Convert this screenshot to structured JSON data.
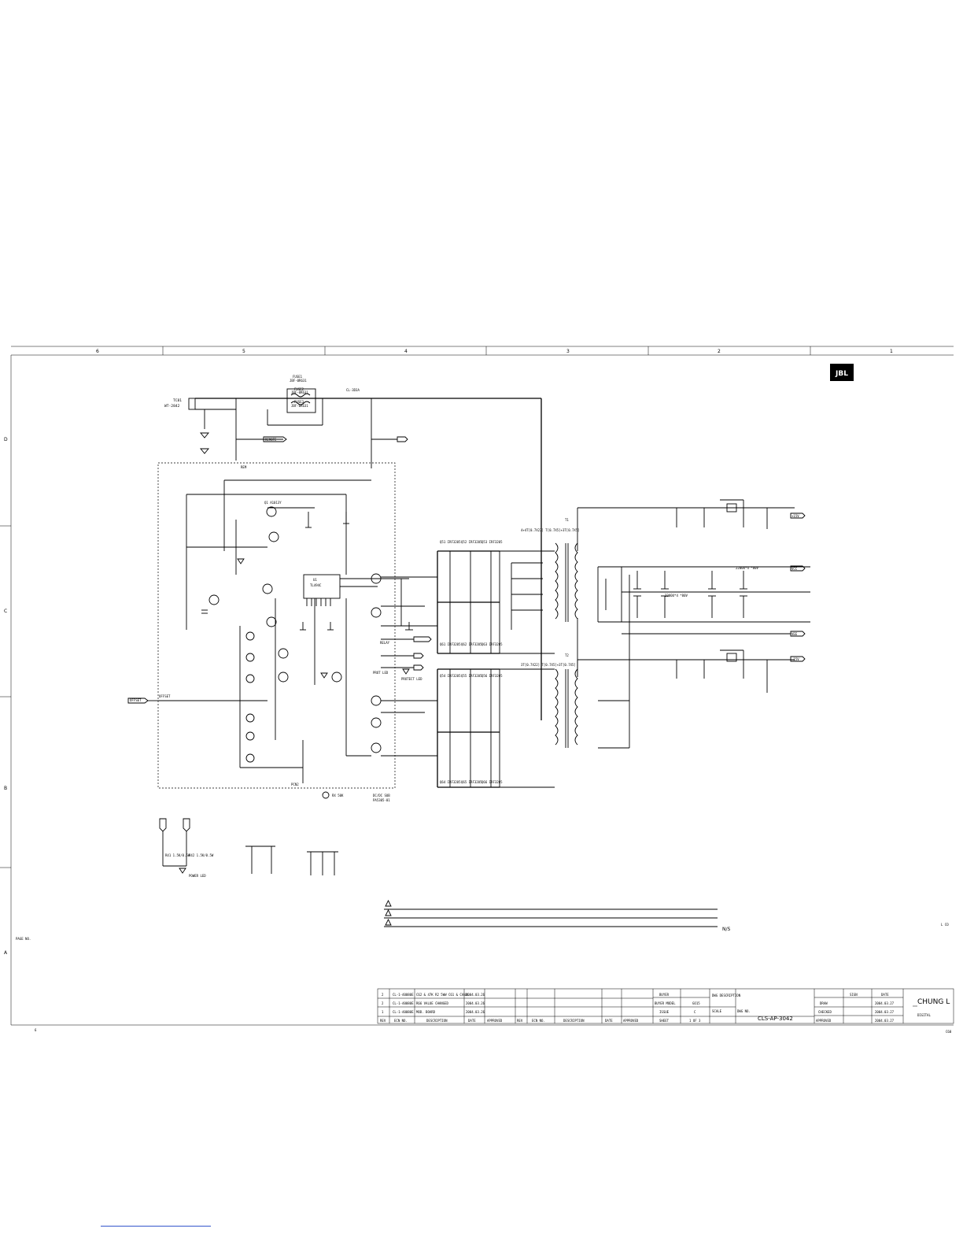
{
  "sheet": {
    "zone_columns": [
      "6",
      "5",
      "4",
      "3",
      "2",
      "1"
    ],
    "zone_rows": [
      "D",
      "C",
      "B",
      "A"
    ],
    "logo_text": "JBL",
    "page_no_label": "PAGE NO.",
    "bottom_left_mark": "6",
    "right_edge_marks": [
      "L CO",
      "C60"
    ]
  },
  "circuit": {
    "input_block": {
      "connector": "TC81",
      "connector_part": "WT-2842",
      "fuses": [
        "FUSE1",
        "JBF-0R631",
        "FUSE2",
        "JBF-0R631",
        "FUSE3",
        "JBF-0R631"
      ],
      "reg_label": "CL-3D3A",
      "remote_tag": "REMOTE",
      "rem_label": "REM"
    },
    "control": {
      "ic_name": "U1",
      "ic_part": "TL494C",
      "q_top": "Q1 A1013Y",
      "relay_tag": "RELAY",
      "prot_led": "PROT LED",
      "protect_led": "PROTECT LED",
      "offset_tag": "OFFSET",
      "offset_label": "OFFSET",
      "pcn_label": "PCN2",
      "sub_label": "DC/DC SUB",
      "sub_part": "PA5305-01",
      "rx": "RX 50K"
    },
    "mosfets": {
      "upper_left": [
        "Q51 IRF3205",
        "Q52 IRF3205",
        "Q53 IRF3205"
      ],
      "upper_low": [
        "Q61 IRF3205",
        "Q62 IRF3205",
        "Q63 IRF3205"
      ],
      "lower_left": [
        "Q54 IRF3205",
        "Q55 IRF3205",
        "Q56 IRF3205"
      ],
      "lower_low": [
        "Q64 IRF3205",
        "Q65 IRF3205",
        "Q66 IRF3205"
      ]
    },
    "transformers": {
      "t1": "T1",
      "t1_spec": "4+4T[0.7X22] T[0.7X5]+3T[0.7X5]",
      "t2": "T2",
      "t2_spec": "3T[0.7X22] T[0.7X5]+3T[0.7X5]"
    },
    "outputs": {
      "plus15": "+15V",
      "vcc": "VCC",
      "vee": "VEE",
      "minus15": "-15V",
      "cap_main": "2200U*4 *80V",
      "cap_vee": "2200U*4 *80V"
    },
    "power_led": {
      "label": "POWER LED",
      "r1": "R41 1.5K/0.5W",
      "r2": "R42 1.5K/0.5W"
    },
    "notes": {
      "ns": "N/S"
    }
  },
  "title_block": {
    "revisions": [
      {
        "rev": "2",
        "ecn": "CL-1-40080E",
        "desc": "C62 & 47K R2 5WW C61 & CANAL",
        "date": "2004.03.26"
      },
      {
        "rev": "2",
        "ecn": "CL-1-40080E",
        "desc": "R66 VALUE CHANGED",
        "date": "2004.03.26"
      },
      {
        "rev": "1",
        "ecn": "CL-1-40080E",
        "desc": "MOD. BOARD",
        "date": "2004.03.26"
      }
    ],
    "headers": [
      "REV",
      "ECN NO.",
      "DESCRIPTION",
      "DATE",
      "APPROVED",
      "REV",
      "ECN NO.",
      "DESCRIPTION",
      "DATE",
      "APPROVED"
    ],
    "buyer": "BUYER",
    "buyer_model": "BUYER MODEL",
    "buyer_model_val": "GO15",
    "issue": "ISSUE",
    "issue_val": "C",
    "sheet": "SHEET",
    "sheet_val": "1 OF 3",
    "dwg_desc": "DWG DESCRIPTION",
    "scale": "SCALE",
    "dwg_no": "DWG NO.",
    "dwg_no_val": "CLS-AP-3042",
    "sign": "SIGN",
    "date": "DATE",
    "rows": [
      {
        "label": "DRAW",
        "date": "2004.03.27"
      },
      {
        "label": "CHECKED",
        "date": "2004.03.27"
      },
      {
        "label": "APPROVED",
        "date": "2004.03.27"
      }
    ],
    "company": "CHUNG L",
    "company_sub": "DIGITAL"
  }
}
